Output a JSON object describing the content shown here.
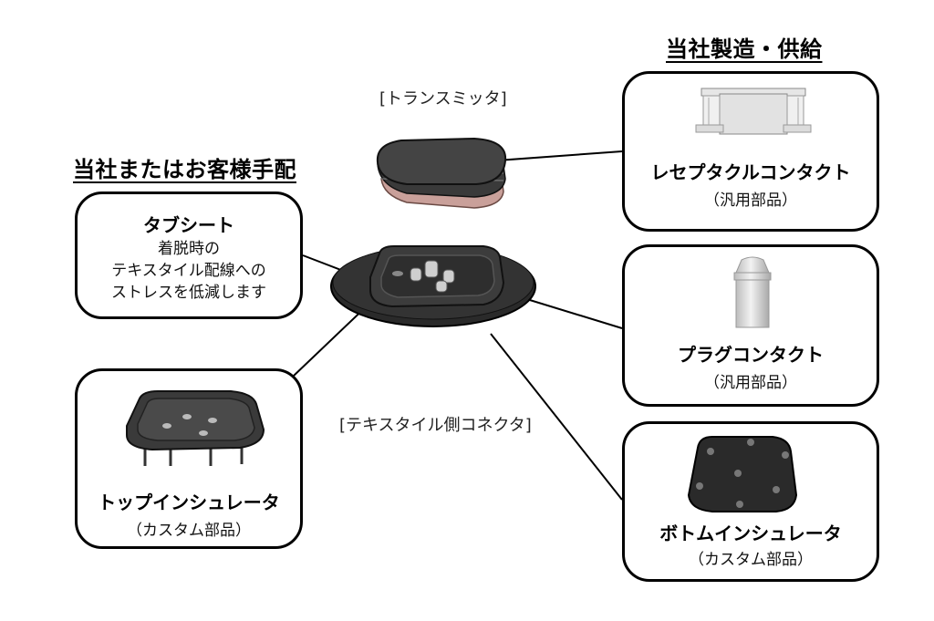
{
  "headings": {
    "own_supply": "当社製造・供給",
    "customer_supply": "当社またはお客様手配"
  },
  "labels": {
    "transmitter": "[トランスミッタ]",
    "textile_connector": "[テキスタイル側コネクタ]"
  },
  "boxes": {
    "tab_sheet": {
      "title": "タブシート",
      "desc": [
        "着脱時の",
        "テキスタイル配線への",
        "ストレスを低減します"
      ]
    },
    "top_insulator": {
      "title": "トップインシュレータ",
      "sub": "（カスタム部品）"
    },
    "receptacle": {
      "title": "レセプタクルコンタクト",
      "sub": "（汎用部品）"
    },
    "plug": {
      "title": "プラグコンタクト",
      "sub": "（汎用部品）"
    },
    "bottom_insulator": {
      "title": "ボトムインシュレータ",
      "sub": "（カスタム部品）"
    }
  },
  "colors": {
    "border": "#000000",
    "part_dark": "#2a2a2a",
    "pin_metal": "#cfcfcf",
    "transmitter_pad": "#c9a09a"
  }
}
